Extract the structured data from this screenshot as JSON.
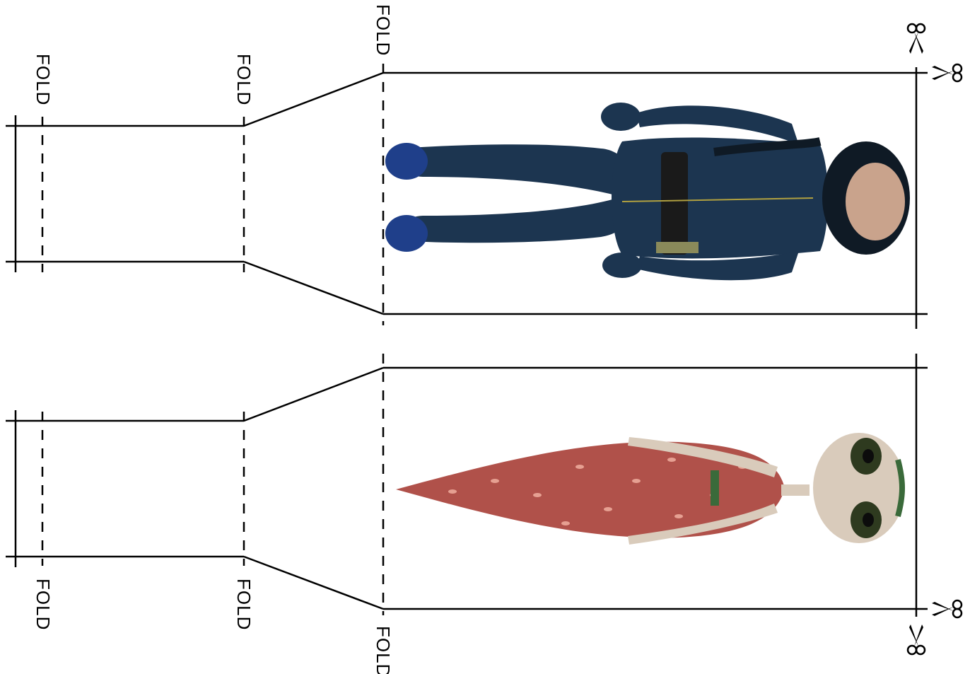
{
  "fold_labels": {
    "top_left": "FOLD",
    "top_middle": "FOLD",
    "top_right": "FOLD",
    "bottom_left": "FOLD",
    "bottom_middle": "FOLD",
    "bottom_right": "FOLD"
  },
  "figures": {
    "upper": "diver-in-wetsuit",
    "lower": "alien-in-red-dress"
  },
  "colors": {
    "line": "#000000",
    "wetsuit": "#1c3550",
    "wetsuit_dark": "#0f2236",
    "belt": "#1a1a1a",
    "dress": "#b0514a",
    "dress_spots": "#e6a092",
    "alien_skin": "#d9cbbb",
    "alien_eye": "#2e3a1f"
  }
}
